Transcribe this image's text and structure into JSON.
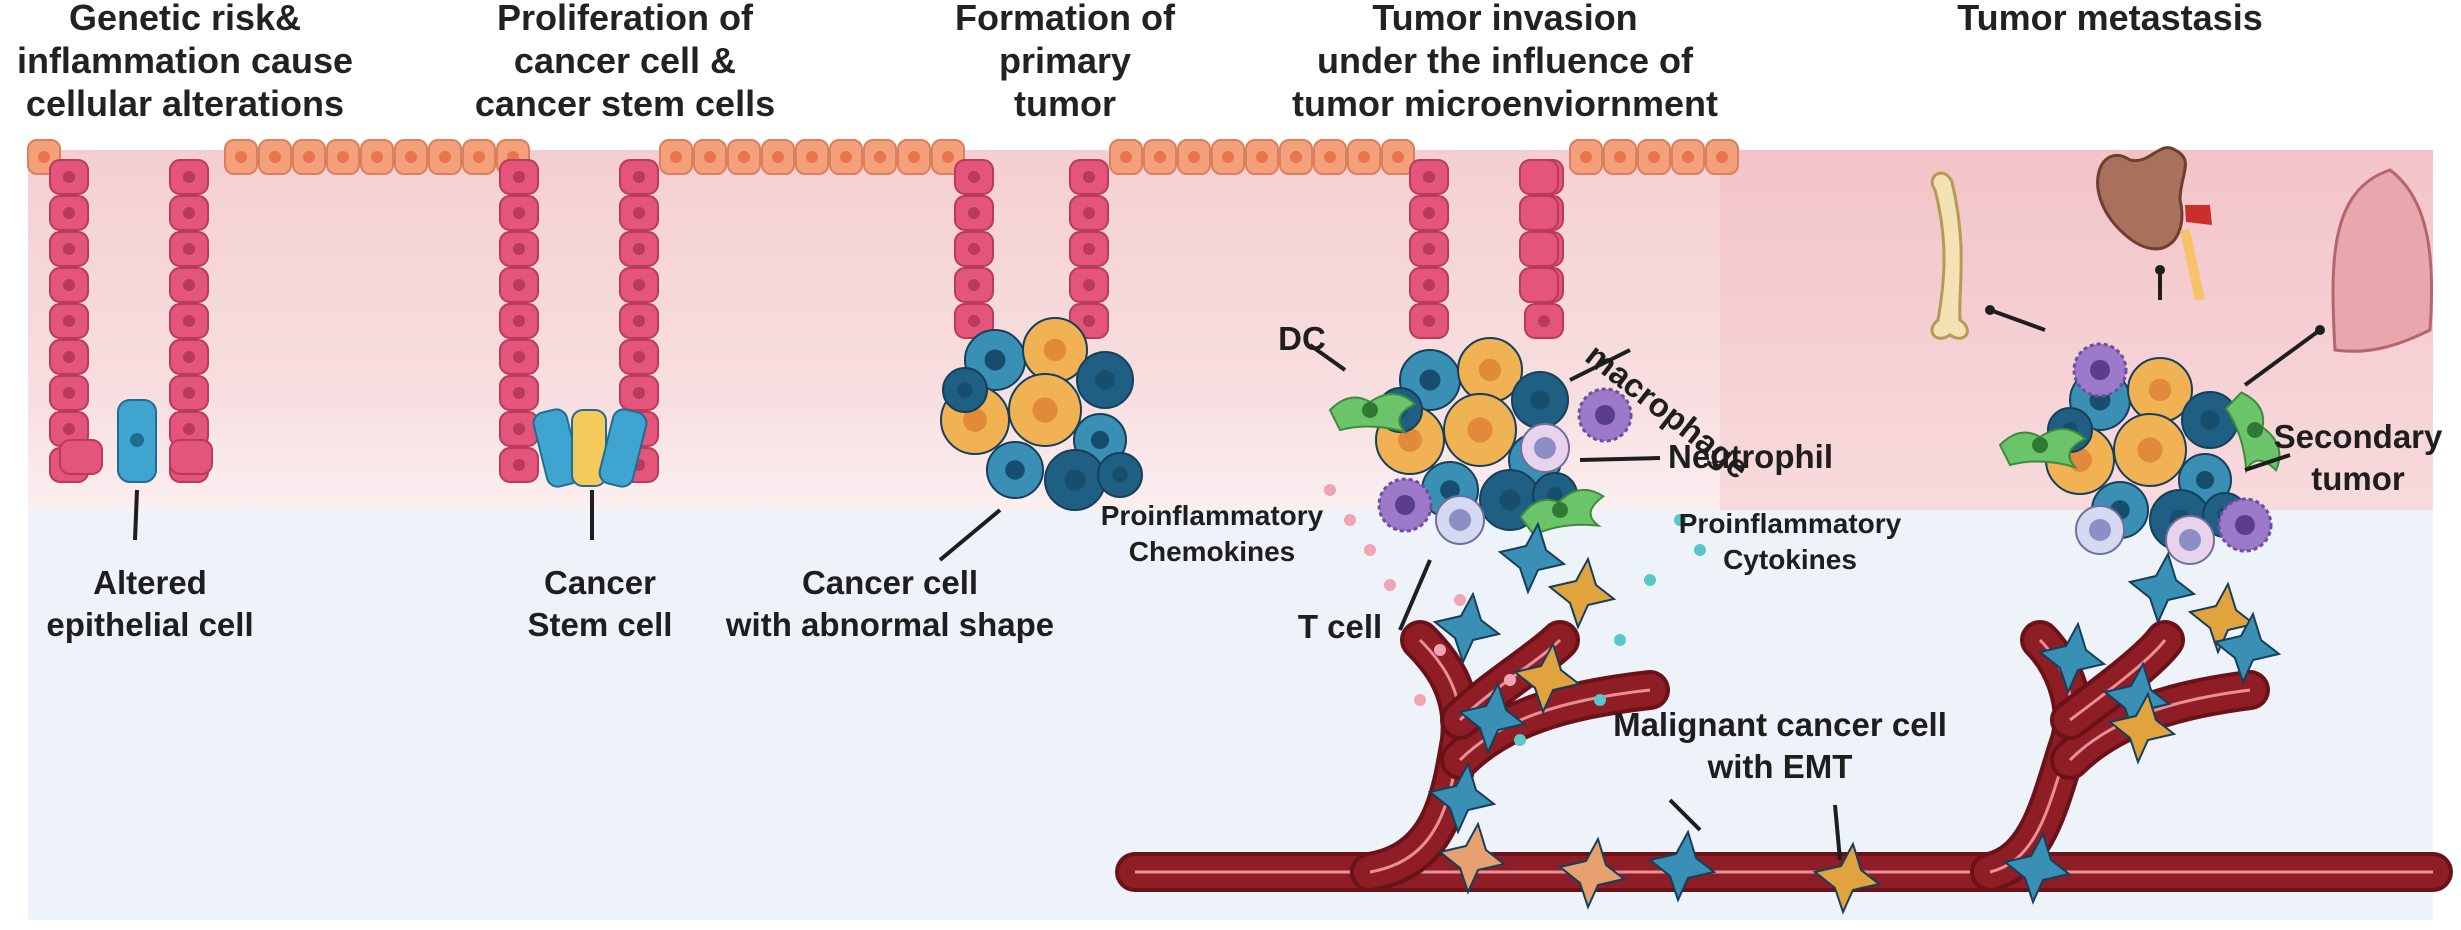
{
  "stages": [
    {
      "title": "Genetic risk&\ninflammation cause\ncellular alterations"
    },
    {
      "title": "Proliferation of\ncancer cell &\ncancer stem cells"
    },
    {
      "title": "Formation of\nprimary\ntumor"
    },
    {
      "title": "Tumor invasion\nunder the influence of\ntumor microenviornment"
    },
    {
      "title": "Tumor metastasis"
    }
  ],
  "labels": {
    "altered_cell": "Altered\nepithelial cell",
    "stem_cell": "Cancer\nStem cell",
    "abnormal_cell": "Cancer cell\nwith abnormal shape",
    "dc": "DC",
    "macrophage": "macrophage",
    "neutrophil": "Neutrophil",
    "chemokines": "Proinflammatory\nChemokines",
    "cytokines": "Proinflammatory\nCytokines",
    "t_cell": "T cell",
    "emt": "Malignant cancer cell\nwith EMT",
    "secondary": "Secondary\ntumor"
  },
  "colors": {
    "tissue_bg": "#f5d4d6",
    "lower_bg": "#eef3f9",
    "crypt_cell": "#e3557a",
    "surface_cell": "#f4a07a",
    "stem_blue": "#3fa4cf",
    "stem_yellow": "#f5c95a",
    "cancer_orange": "#f1b254",
    "cancer_blue": "#3a8fb5",
    "cancer_dark": "#1f5f83",
    "dc_green": "#6cc46a",
    "macrophage_purple": "#9c7ac9",
    "vessel": "#8f1d26"
  },
  "icons": [
    "bone-icon",
    "kidney-icon",
    "lung-icon"
  ]
}
